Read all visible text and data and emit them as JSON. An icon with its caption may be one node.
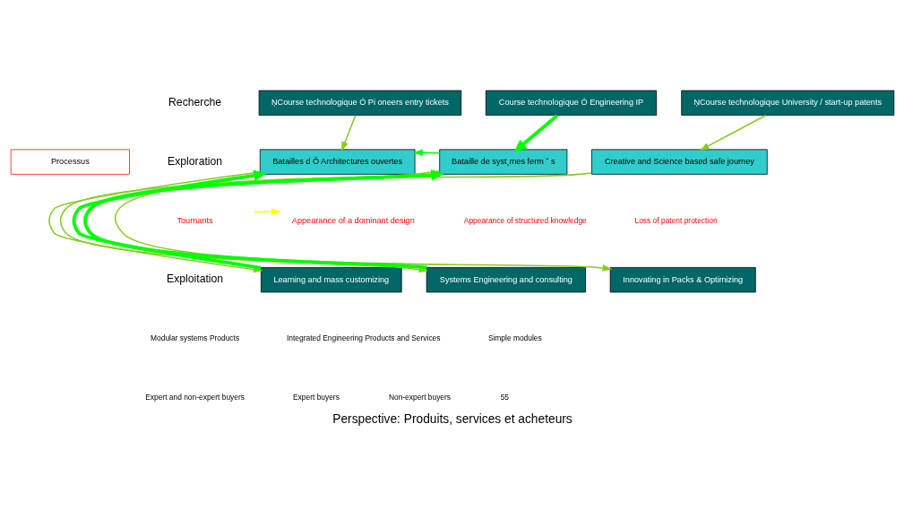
{
  "diagram": {
    "caption": "Perspective: Produits, services et acheteurs",
    "nodes": [
      {
        "text": [
          "ŅCourse technologique Ó Pi oneers entry tickets"
        ]
      },
      {
        "text": [
          "Course technologique Ó Engineering IP"
        ]
      },
      {
        "text": [
          "ŅCourse technologique University / start-up patents"
        ]
      },
      {
        "text": [
          "Batailles d Õ Architectures ouvertes"
        ]
      },
      {
        "text": [
          "Bataille de syst¸mes ferm ˇ s"
        ]
      },
      {
        "text": [
          "Creative and Science based safe journey"
        ]
      },
      {
        "text": [
          "Learning and mass customizing"
        ]
      },
      {
        "text": [
          "Systems Engineering and consulting"
        ]
      },
      {
        "text": [
          "Innovating in Packs & Optimizing"
        ]
      },
      {
        "text": [
          "Processus"
        ]
      },
      {
        "text": [
          "Tournants"
        ]
      },
      {
        "text": [
          "Appearance of a dominant design"
        ]
      }
    ],
    "edges": [
      {
        "from": 0,
        "to": 3,
        "arrow": "to"
      },
      {
        "from": 1,
        "to": 4,
        "arrow": "to",
        "style": "thick",
        "color": "#00ff00"
      },
      {
        "from": 2,
        "to": 5,
        "arrow": "to"
      },
      {
        "from": 4,
        "to": 3,
        "arrow": "to",
        "color": "#00ff00"
      },
      {
        "from": 6,
        "to": 3,
        "arrow": "to",
        "style": "thick",
        "color": "#00ff00"
      },
      {
        "from": 7,
        "to": 4,
        "arrow": "to",
        "style": "thick",
        "color": "#00ff00"
      },
      {
        "from": 3,
        "to": 6,
        "arrow": "to"
      },
      {
        "from": 4,
        "to": 7,
        "arrow": "to"
      },
      {
        "from": 5,
        "to": 8,
        "arrow": "to"
      },
      {
        "from": 10,
        "to": 11,
        "arrow": "to",
        "color": "#ffff00"
      }
    ],
    "labels": [
      "Recherche",
      "Exploration",
      "Appearance of structured knowledge",
      "Loss of patent protection",
      "Exploitation",
      "Modular systems Products",
      "Integrated Engineering Products and Services",
      "Simple modules",
      "Expert and non-expert buyers",
      "Expert buyers",
      "Non-expert buyers",
      "55"
    ]
  }
}
